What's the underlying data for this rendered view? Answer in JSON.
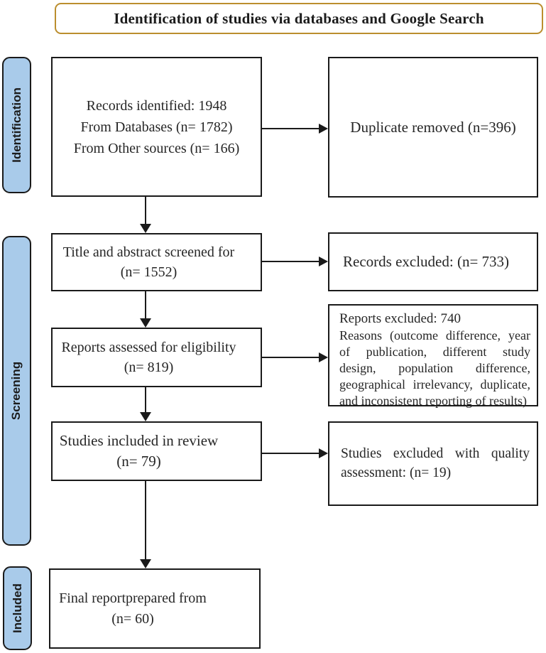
{
  "title": "Identification of studies via databases and Google Search",
  "colors": {
    "sidebar_fill": "#A9CBEA",
    "title_border": "#BB8E2E",
    "line": "#1A1A1A"
  },
  "sidebars": {
    "identification": "Identification",
    "screening": "Screening",
    "included": "Included"
  },
  "flow": {
    "records_identified": {
      "lines": [
        "Records identified: 1948",
        "From Databases (n= 1782)",
        "From Other sources (n= 166)"
      ]
    },
    "title_abstract_screened": {
      "lines": [
        "Title and abstract screened for",
        "(n= 1552)"
      ]
    },
    "reports_assessed": {
      "lines": [
        "Reports assessed for eligibility",
        "(n= 819)"
      ]
    },
    "studies_included": {
      "lines": [
        "Studies included in review",
        "(n= 79)"
      ]
    },
    "final_report": {
      "lines": [
        "Final reportprepared from",
        "(n= 60)"
      ]
    }
  },
  "exclusions": {
    "duplicates_removed": "Duplicate removed (n=396)",
    "records_excluded": "Records excluded: (n= 733)",
    "reports_excluded_heading": "Reports excluded: 740",
    "reports_excluded_reasons": "Reasons (outcome difference, year of publication, different study design, population difference, geographical irrelevancy, duplicate, and inconsistent reporting of results)",
    "quality_excluded": "Studies excluded with quality assessment: (n= 19)"
  }
}
